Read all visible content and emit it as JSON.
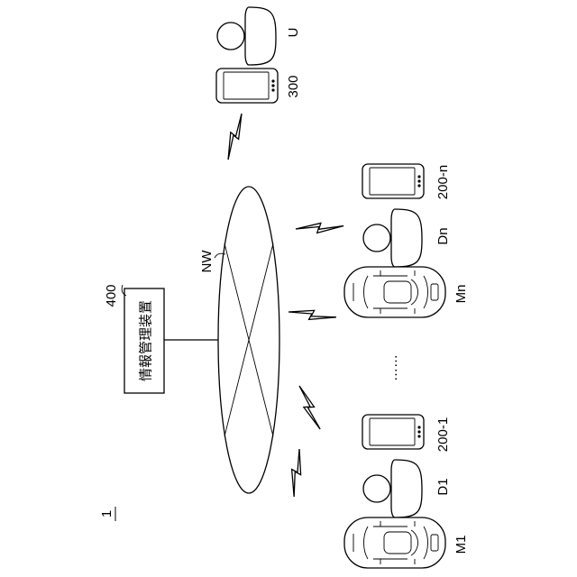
{
  "system_label": "1",
  "network_label": "NW",
  "info_manager": {
    "ref": "400",
    "text": "情報管理装置"
  },
  "user": {
    "label": "U"
  },
  "user_terminal": {
    "label": "300"
  },
  "driver_terminal_1": {
    "label": "200-1"
  },
  "driver_terminal_n": {
    "label": "200-n"
  },
  "driver_1": {
    "label": "D1"
  },
  "driver_n": {
    "label": "Dn"
  },
  "vehicle_1": {
    "label": "M1"
  },
  "vehicle_n": {
    "label": "Mn"
  },
  "ellipsis": "……"
}
